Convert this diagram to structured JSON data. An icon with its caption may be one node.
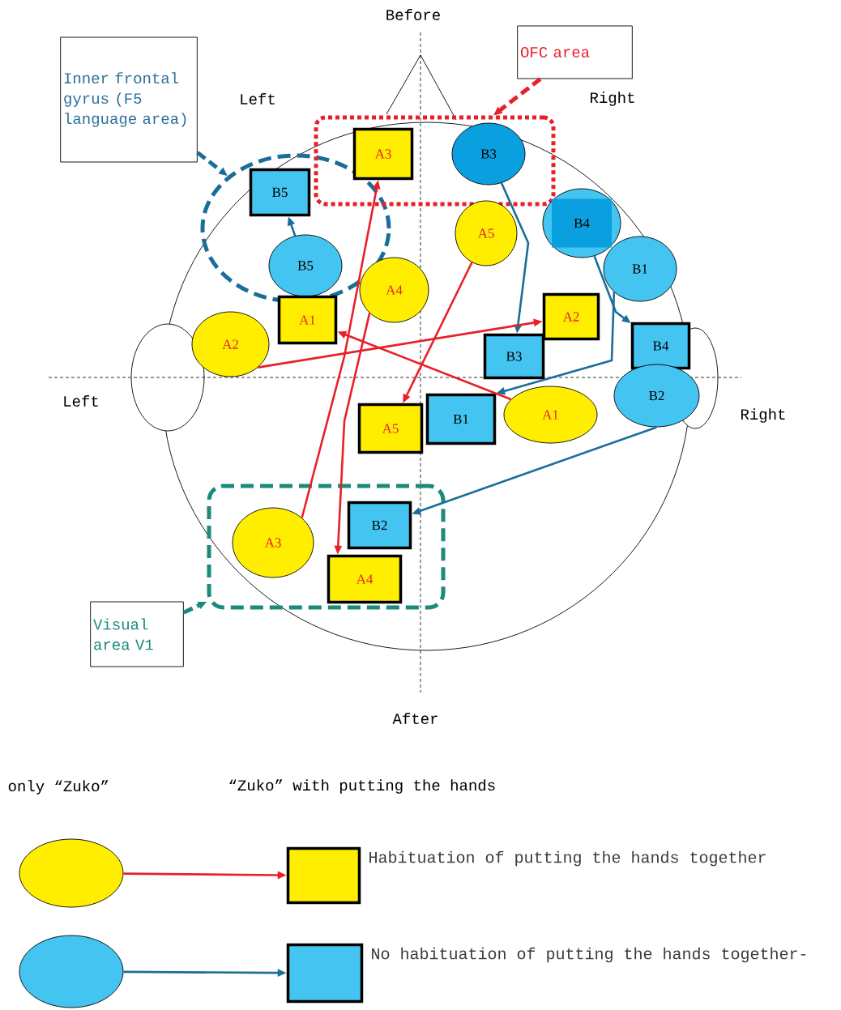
{
  "diagram": {
    "nodes": [
      {
        "text": [
          "Inner frontal gyrus (F5 language area)"
        ]
      },
      {
        "text": [
          "OFC area"
        ]
      },
      {
        "text": [],
        "shape": "circle"
      },
      {
        "text": [],
        "shape": "box"
      },
      {
        "text": [
          "A3"
        ],
        "in": 3
      },
      {
        "text": [
          "B3"
        ],
        "in": 3
      },
      {
        "text": [
          "B5"
        ],
        "in": 2
      },
      {
        "text": [
          "B4"
        ]
      },
      {
        "text": [
          "A5"
        ]
      },
      {
        "text": [
          "B5"
        ],
        "in": 2
      },
      {
        "text": [
          "B1"
        ]
      },
      {
        "text": [
          "A4"
        ]
      },
      {
        "text": [
          "A1"
        ]
      },
      {
        "text": [
          "A2"
        ]
      },
      {
        "text": [
          "A2"
        ]
      },
      {
        "text": [
          "B4"
        ]
      },
      {
        "text": [
          "B3"
        ]
      },
      {
        "text": [
          "B2"
        ]
      },
      {
        "text": [
          "B1"
        ]
      },
      {
        "text": [
          "A1"
        ]
      },
      {
        "text": [
          "A5"
        ]
      },
      {
        "text": [],
        "shape": "box"
      },
      {
        "text": [
          "B2"
        ],
        "in": 21
      },
      {
        "text": [
          "A3"
        ],
        "in": 21
      },
      {
        "text": [
          "A4"
        ],
        "in": 21
      },
      {
        "text": [
          "Visual area V1"
        ]
      },
      {
        "text": [],
        "shape": "circle"
      },
      {
        "text": [],
        "shape": "box",
        "beside": [
          "Habituation of putting the hands together"
        ]
      },
      {
        "text": [],
        "shape": "circle"
      },
      {
        "text": [],
        "shape": "box",
        "beside": [
          "No habituation of putting the hands together-"
        ]
      }
    ],
    "edges": [
      {
        "from": 0,
        "to": 2,
        "arrow": "to",
        "style": "dashed",
        "color": "#1a6e9a"
      },
      {
        "from": 1,
        "to": 3,
        "arrow": "to",
        "style": "dashed",
        "color": "#e8202a"
      },
      {
        "from": 25,
        "to": 21,
        "arrow": "to",
        "style": "dashed",
        "color": "#1a8a7a"
      },
      {
        "from": 9,
        "to": 6,
        "arrow": "to",
        "color": "#1a6e9a"
      },
      {
        "from": 5,
        "to": 16,
        "arrow": "to",
        "color": "#1a6e9a"
      },
      {
        "from": 7,
        "to": 15,
        "arrow": "to",
        "color": "#1a6e9a"
      },
      {
        "from": 10,
        "to": 18,
        "arrow": "to",
        "color": "#1a6e9a"
      },
      {
        "from": 17,
        "to": 22,
        "arrow": "to",
        "color": "#1a6e9a"
      },
      {
        "from": 14,
        "to": 13,
        "arrow": "to",
        "color": "#e8202a"
      },
      {
        "from": 19,
        "to": 12,
        "arrow": "to",
        "color": "#e8202a"
      },
      {
        "from": 8,
        "to": 20,
        "arrow": "to",
        "color": "#e8202a"
      },
      {
        "from": 23,
        "to": 4,
        "arrow": "to",
        "color": "#e8202a"
      },
      {
        "from": 11,
        "to": 24,
        "arrow": "to",
        "color": "#e8202a"
      },
      {
        "from": 26,
        "to": 27,
        "arrow": "to",
        "color": "#e8202a"
      },
      {
        "from": 28,
        "to": 29,
        "arrow": "to",
        "color": "#1a6e9a"
      }
    ],
    "labels": [
      "Before",
      "Left",
      "Right",
      "Left",
      "Right",
      "After",
      "only “Zuko”",
      "“Zuko” with putting the hands"
    ]
  }
}
